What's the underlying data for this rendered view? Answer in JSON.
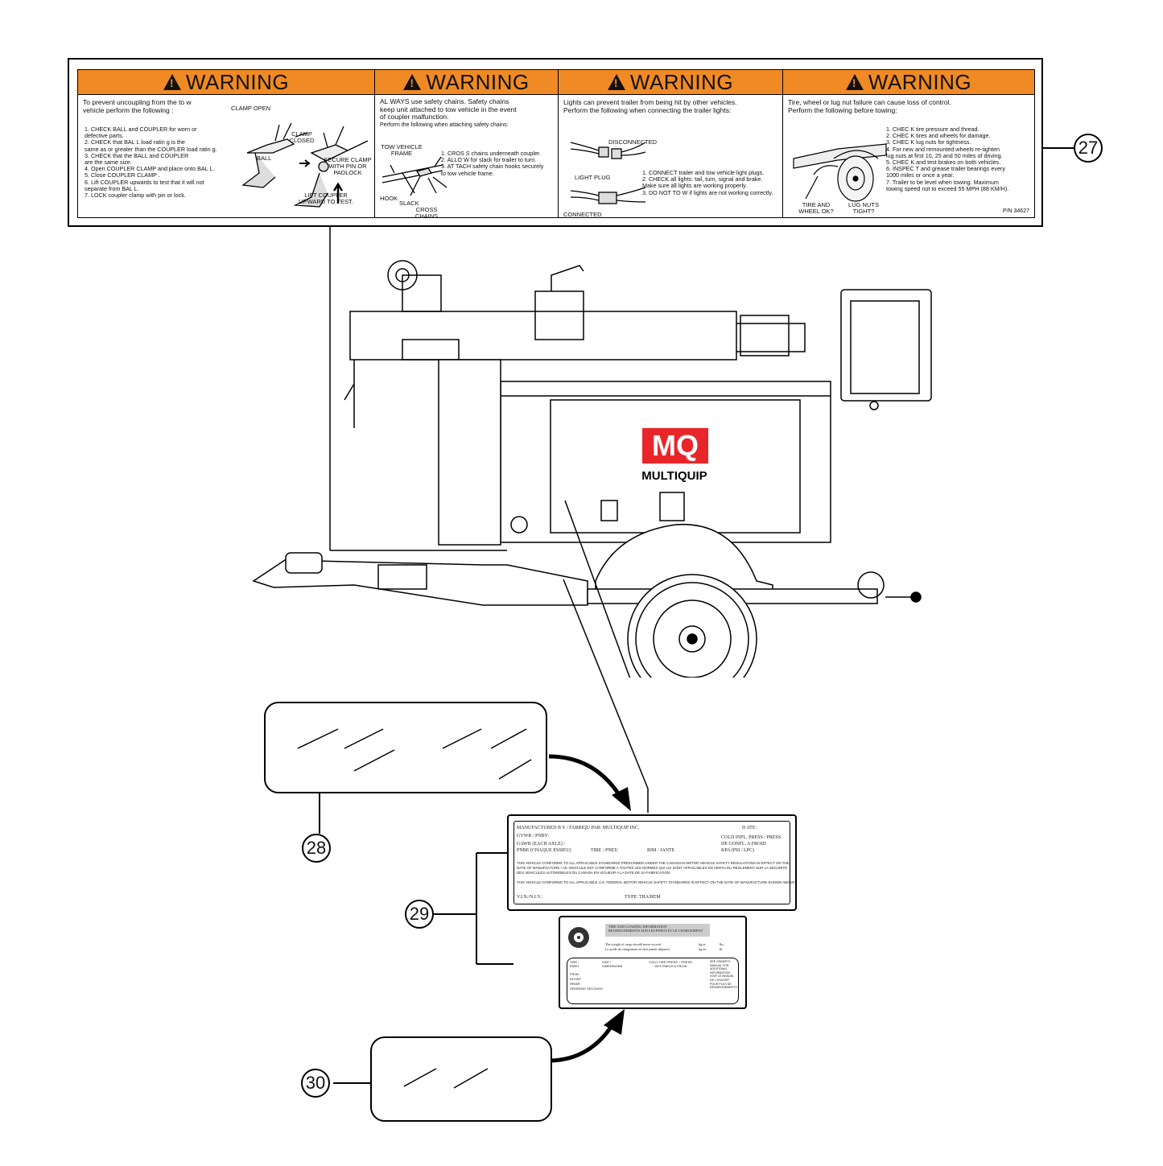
{
  "decal27": {
    "panels": [
      {
        "header": "WARNING",
        "lead": [
          "To prevent uncoupling from the to     w",
          "vehicle perform the following      :"
        ],
        "steps": [
          "1. CHECK BALL    and COUPLER    for worn or",
          "    defective parts.",
          "2. CHECK that BAL L load ratin  g is the",
          "    same as or greater than the COUPLER    load ratin  g.",
          "3. CHECK that the BALL    and COUPLER",
          "    are the same size.",
          "4. Open COUPLER CLAMP       and place onto BAL L.",
          "5. Close COUPLER CLAMP      .",
          "6. Lift COUPLER    upwards to test that it will not",
          "    separate from BAL L.",
          "7. LOCK    coupler clamp with pin or lock."
        ],
        "captions": [
          "CLAMP OPEN",
          "BALL",
          "CLAMP CLOSED",
          "SECURE CLAMP WITH PIN OR PADLOCK",
          "LIFT COUPLER UPWARD TO TEST."
        ]
      },
      {
        "header": "WARNING",
        "lead": [
          "AL WAYS  use safety chains. Safety chains",
          "keep unit attached to tow vehicle in the event",
          "of coupler malfunction."
        ],
        "sub": "Perform the following when attaching safety chains:",
        "steps": [
          "1. CROS  S  chains underneath coupler.",
          "2. ALLO  W  for slack for trailer to turn.",
          "3. AT TACH  safety chain hooks securely",
          "    to tow vehicle frame."
        ],
        "captions": [
          "TOW VEHICLE FRAME",
          "HOOK",
          "SLACK",
          "CROSS CHAINS"
        ]
      },
      {
        "header": "WARNING",
        "lead": [
          "Lights can prevent trailer from being hit by other vehicles.",
          "Perform the following when connecting the trailer lights:"
        ],
        "steps": [
          "1. CONNECT    trailer and tow vehicle light plugs.",
          "2. CHECK    all lights: tail, turn, signal and brake.",
          "    Make sure all lights are working properly.",
          "3. DO NOT   TO W  if lights are not working correctly."
        ],
        "captions": [
          "DISCONNECTED",
          "LIGHT PLUG",
          "CONNECTED"
        ]
      },
      {
        "header": "WARNING",
        "lead": [
          "Tire, wheel or lug nut failure can cause loss of control.",
          "Perform the following before towing:"
        ],
        "steps": [
          "1. CHEC  K  tire pressure and thread.",
          "2. CHEC  K  tires and wheels for damage.",
          "3. CHEC  K  lug nuts for tightness.",
          "4. For new and remounted wheels re-tighten",
          "    lug nuts at first 10, 25 and 50 miles of driving.",
          "5. CHEC  K  and test brakes on both vehicles.",
          "6. INSPEC  T  and grease trailer bearings every",
          "    1000 miles or once a year.",
          "7. Trailer to be level when towing. Maximum",
          "    towing speed not to exceed 55 MPH (88 KM/H)."
        ],
        "captions": [
          "TIRE AND WHEEL OK?",
          "LUG NUTS TIGHT?"
        ],
        "part_number": "P/N 34627"
      }
    ]
  },
  "brand": {
    "logo_text": "MQ",
    "name": "MULTIQUIP",
    "logo_color": "#e8262a"
  },
  "callouts": {
    "c27": "27",
    "c28": "28",
    "c29": "29",
    "c30": "30"
  },
  "vin_label": {
    "manufactured": "MANUFACTURED B Y / FABRIQU  PAR:   MULTIQUIP INC.",
    "date": "D ATE:",
    "gvwr": "GVWR / PNBV:",
    "cold": "COLD INFL. PRESS / PRESS",
    "gonfl": "DE GONFL. A FROID",
    "gawr": "GAWR (EACH  AXLE) /",
    "pnbe": "PNBE (CHAQUE ESSIEU)",
    "tire": "TIRE / PNEU",
    "rim": "RIM / JANTE",
    "kpa": "KPA (PSI / LPC)",
    "canada": [
      "THIS VEHICLE CONFORMS TO ALL APPLICABLE STANDARDS PRESCRIBED UNDER THE CANADIAN MOTOR VEHICLE SAFETY REGULATIONS IN EFFECT ON THE",
      "DATE OF MANUFACTURE / CE VEHICULE EST CONFORME A TOUTES LES NORMES QUI LUI SONT APPLICABLES EN VERTU DU REGLEMENT SUR LA SECURITE",
      "DES VEHICULES AUTOMOBILES DU CANADA EN VIGUEUR A LA DATE DE SA FABRICATION"
    ],
    "us": "THIS VEHICLE CONFORMS TO ALL APPLICABLE U.S. FEDERAL MOTOR VEHICLE SAFETY STANDARDS IN EFFECT ON THE DATE OF MANUFACTURE SHOWN ABOVE",
    "vin": "V.I.N./N.I.V.:",
    "type": "TYPE:  TRA/REM"
  },
  "tire_label": {
    "title1": "TIRE AND LOADING INFORMATION",
    "title2": "RENSEIGNEMENTS SUR LES PNEUS ET LE CHARGEMENT",
    "weight1": "The weight of cargo should never exceed",
    "weight2": "Le poids du chargement ne doit jamais dépasser",
    "kg1": "kg or",
    "lbs1": "lbs.",
    "kg2": "kg ou",
    "lbs2": "lb.",
    "col_tire": "TIRE /\nPNEU",
    "col_size": "SIZE /\nDIMENSIONS",
    "col_cold": "COLD TIRE PRESS. / PRESS.\nDES PNEUS A FROID",
    "rows": [
      "FR/AV",
      "INT/INT",
      "RR/AR",
      "SPARE/DE SECOURS"
    ],
    "see": "SEE OWNER'S\nMANUAL FOR\nADDITIONAL\nINFORMATION\nVOIR LE MANUEL\nDE L'USAGER\nPOUR PLUS DE\nRENSEIGNEMENTS"
  }
}
